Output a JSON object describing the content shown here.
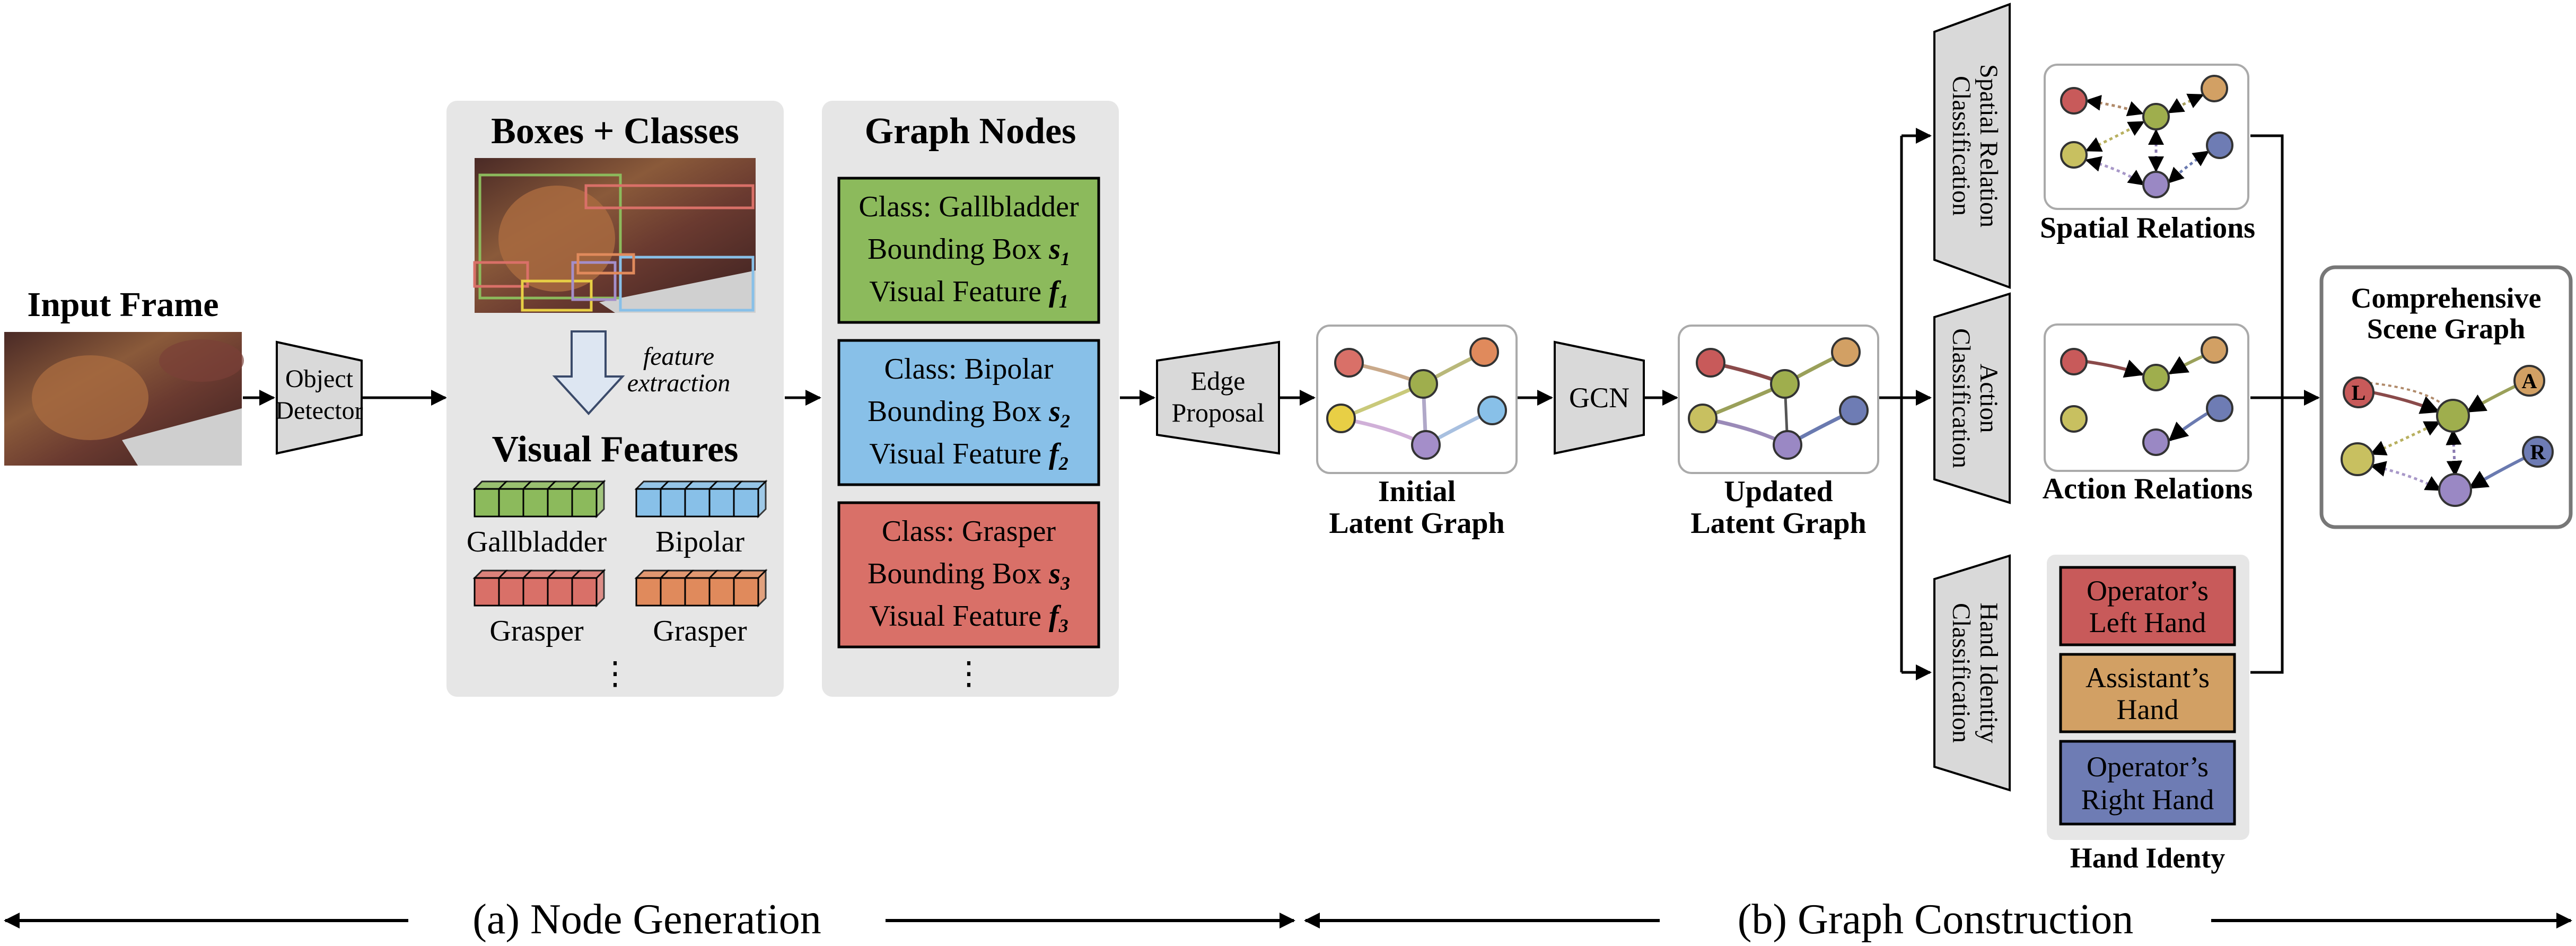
{
  "input": {
    "title": "Input Frame"
  },
  "object_detector": {
    "line1": "Object",
    "line2": "Detector"
  },
  "boxes_panel": {
    "title": "Boxes + Classes",
    "arrow_line1": "feature",
    "arrow_line2": "extraction",
    "features_title": "Visual Features",
    "dots": "⋮"
  },
  "feature_labels": [
    "Gallbladder",
    "Bipolar",
    "Grasper",
    "Grasper"
  ],
  "graph_nodes": {
    "title": "Graph Nodes",
    "nodes": [
      {
        "class": "Class: Gallbladder",
        "box": "Bounding Box ",
        "box_var": "s",
        "box_sub": "1",
        "feat": "Visual Feature ",
        "feat_var": "f",
        "feat_sub": "1"
      },
      {
        "class": "Class: Bipolar",
        "box": "Bounding Box ",
        "box_var": "s",
        "box_sub": "2",
        "feat": "Visual Feature ",
        "feat_var": "f",
        "feat_sub": "2"
      },
      {
        "class": "Class: Grasper",
        "box": "Bounding Box ",
        "box_var": "s",
        "box_sub": "3",
        "feat": "Visual Feature ",
        "feat_var": "f",
        "feat_sub": "3"
      }
    ],
    "dots": "⋮"
  },
  "edge_proposal": {
    "line1": "Edge",
    "line2": "Proposal"
  },
  "initial_graph": {
    "line1": "Initial",
    "line2": "Latent Graph"
  },
  "gcn": {
    "label": "GCN"
  },
  "updated_graph": {
    "line1": "Updated",
    "line2": "Latent Graph"
  },
  "classifiers": {
    "spatial": {
      "line1": "Spatial Relation",
      "line2": "Classification"
    },
    "action": {
      "line1": "Action",
      "line2": "Classification"
    },
    "hand": {
      "line1": "Hand Identity",
      "line2": "Classification"
    }
  },
  "spatial_relations": {
    "label": "Spatial Relations"
  },
  "action_relations": {
    "label": "Action Relations"
  },
  "hand_identity": {
    "label": "Hand Identy",
    "items": [
      {
        "line1": "Operator’s",
        "line2": "Left Hand"
      },
      {
        "line1": "Assistant’s",
        "line2": "Hand"
      },
      {
        "line1": "Operator’s",
        "line2": "Right Hand"
      }
    ]
  },
  "scene_graph": {
    "line1": "Comprehensive",
    "line2": "Scene Graph",
    "node_L": "L",
    "node_A": "A",
    "node_R": "R"
  },
  "phases": {
    "a": "(a) Node Generation",
    "b": "(b) Graph Construction"
  },
  "colors": {
    "green": "#8cba5c",
    "blue": "#88c0e8",
    "red": "#d97068",
    "orange": "#e08a5c",
    "olive": "#9fae4d",
    "purple": "#a48ec9",
    "yellow": "#e8cf45",
    "gray_panel": "#e6e6e6",
    "hand_red": "#c85a5a",
    "hand_tan": "#d2a064",
    "hand_blue": "#6e7cb4"
  }
}
